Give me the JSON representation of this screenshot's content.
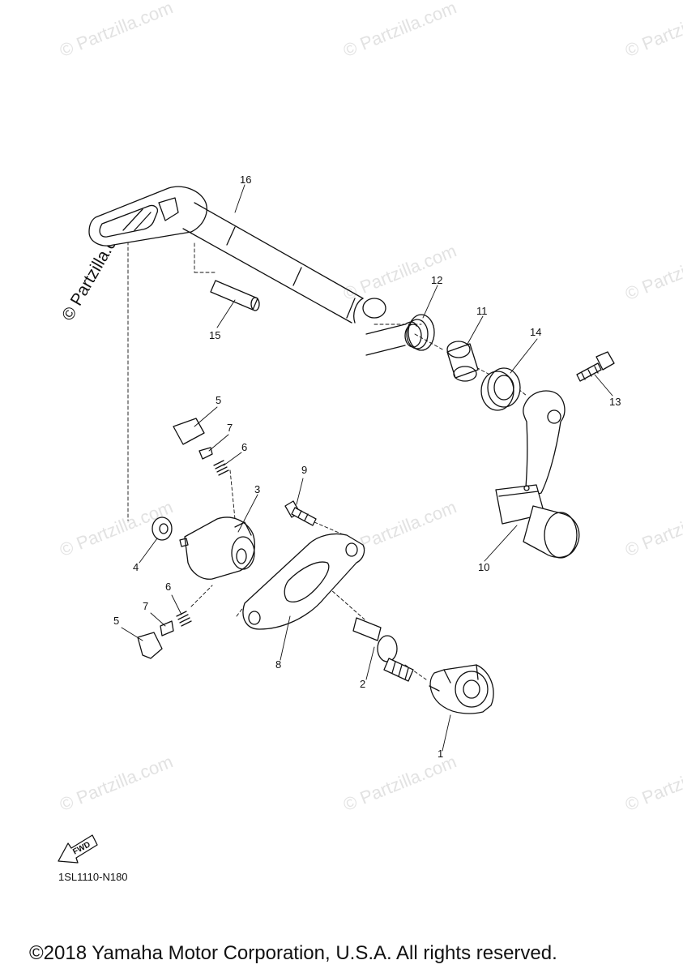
{
  "watermark": "© Partzilla.com",
  "callouts": [
    "1",
    "2",
    "3",
    "4",
    "5",
    "5",
    "6",
    "6",
    "7",
    "7",
    "8",
    "9",
    "10",
    "11",
    "12",
    "13",
    "14",
    "15",
    "16"
  ],
  "fwd_label": "FWD",
  "diagram_code": "1SL1110-N180",
  "copyright": "©2018 Yamaha Motor Corporation, U.S.A. All rights reserved."
}
